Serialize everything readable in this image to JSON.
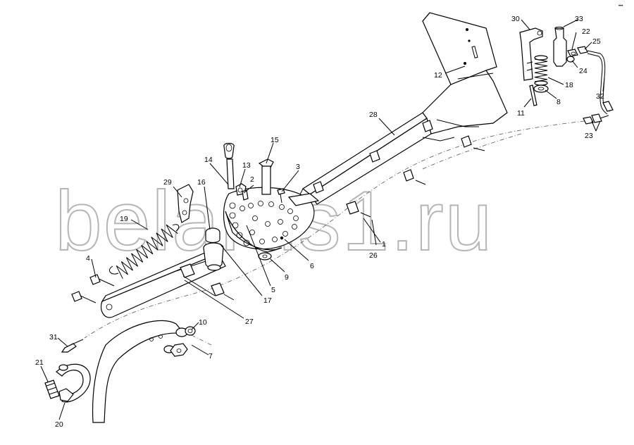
{
  "watermark": "belarus1.ru",
  "corner_mark": "•••",
  "callouts": [
    {
      "id": "c1",
      "label": "1"
    },
    {
      "id": "c2",
      "label": "2"
    },
    {
      "id": "c3",
      "label": "3"
    },
    {
      "id": "c4",
      "label": "4"
    },
    {
      "id": "c5",
      "label": "5"
    },
    {
      "id": "c6",
      "label": "6"
    },
    {
      "id": "c7",
      "label": "7"
    },
    {
      "id": "c8",
      "label": "8"
    },
    {
      "id": "c9",
      "label": "9"
    },
    {
      "id": "c10",
      "label": "10"
    },
    {
      "id": "c11",
      "label": "11"
    },
    {
      "id": "c12",
      "label": "12"
    },
    {
      "id": "c13",
      "label": "13"
    },
    {
      "id": "c14",
      "label": "14"
    },
    {
      "id": "c15",
      "label": "15"
    },
    {
      "id": "c16",
      "label": "16"
    },
    {
      "id": "c17",
      "label": "17"
    },
    {
      "id": "c18",
      "label": "18"
    },
    {
      "id": "c19",
      "label": "19"
    },
    {
      "id": "c20",
      "label": "20"
    },
    {
      "id": "c21",
      "label": "21"
    },
    {
      "id": "c22",
      "label": "22"
    },
    {
      "id": "c23",
      "label": "23"
    },
    {
      "id": "c24",
      "label": "24"
    },
    {
      "id": "c25",
      "label": "25"
    },
    {
      "id": "c26",
      "label": "26"
    },
    {
      "id": "c27",
      "label": "27"
    },
    {
      "id": "c28",
      "label": "28"
    },
    {
      "id": "c29",
      "label": "29"
    },
    {
      "id": "c30",
      "label": "30"
    },
    {
      "id": "c31",
      "label": "31"
    },
    {
      "id": "c32",
      "label": "32"
    },
    {
      "id": "c33",
      "label": "33"
    }
  ]
}
